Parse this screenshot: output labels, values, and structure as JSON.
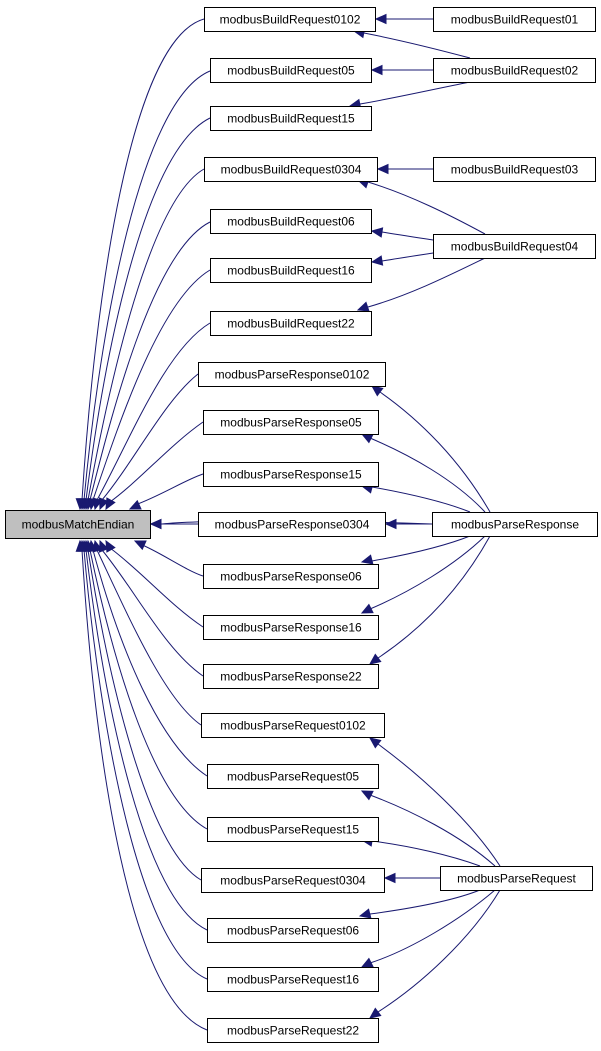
{
  "graph": {
    "colors": {
      "edge": "#191970",
      "node_border": "#000000",
      "root_fill": "#bfbfbf",
      "node_fill": "#ffffff"
    },
    "nodes": [
      {
        "id": "root",
        "label": "modbusMatchEndian",
        "root": true
      },
      {
        "id": "br0102",
        "label": "modbusBuildRequest0102"
      },
      {
        "id": "br05",
        "label": "modbusBuildRequest05"
      },
      {
        "id": "br15",
        "label": "modbusBuildRequest15"
      },
      {
        "id": "br0304",
        "label": "modbusBuildRequest0304"
      },
      {
        "id": "br06",
        "label": "modbusBuildRequest06"
      },
      {
        "id": "br16",
        "label": "modbusBuildRequest16"
      },
      {
        "id": "br22",
        "label": "modbusBuildRequest22"
      },
      {
        "id": "pres0102",
        "label": "modbusParseResponse0102"
      },
      {
        "id": "pres05",
        "label": "modbusParseResponse05"
      },
      {
        "id": "pres15",
        "label": "modbusParseResponse15"
      },
      {
        "id": "pres0304",
        "label": "modbusParseResponse0304"
      },
      {
        "id": "pres06",
        "label": "modbusParseResponse06"
      },
      {
        "id": "pres16",
        "label": "modbusParseResponse16"
      },
      {
        "id": "pres22",
        "label": "modbusParseResponse22"
      },
      {
        "id": "preq0102",
        "label": "modbusParseRequest0102"
      },
      {
        "id": "preq05",
        "label": "modbusParseRequest05"
      },
      {
        "id": "preq15",
        "label": "modbusParseRequest15"
      },
      {
        "id": "preq0304",
        "label": "modbusParseRequest0304"
      },
      {
        "id": "preq06",
        "label": "modbusParseRequest06"
      },
      {
        "id": "preq16",
        "label": "modbusParseRequest16"
      },
      {
        "id": "preq22",
        "label": "modbusParseRequest22"
      },
      {
        "id": "br01",
        "label": "modbusBuildRequest01"
      },
      {
        "id": "br02",
        "label": "modbusBuildRequest02"
      },
      {
        "id": "br03",
        "label": "modbusBuildRequest03"
      },
      {
        "id": "br04",
        "label": "modbusBuildRequest04"
      },
      {
        "id": "pres",
        "label": "modbusParseResponse"
      },
      {
        "id": "preq",
        "label": "modbusParseRequest"
      }
    ],
    "edges": [
      {
        "from": "br0102",
        "to": "root"
      },
      {
        "from": "br05",
        "to": "root"
      },
      {
        "from": "br15",
        "to": "root"
      },
      {
        "from": "br0304",
        "to": "root"
      },
      {
        "from": "br06",
        "to": "root"
      },
      {
        "from": "br16",
        "to": "root"
      },
      {
        "from": "br22",
        "to": "root"
      },
      {
        "from": "pres0102",
        "to": "root"
      },
      {
        "from": "pres05",
        "to": "root"
      },
      {
        "from": "pres15",
        "to": "root"
      },
      {
        "from": "pres0304",
        "to": "root"
      },
      {
        "from": "pres06",
        "to": "root"
      },
      {
        "from": "pres16",
        "to": "root"
      },
      {
        "from": "pres22",
        "to": "root"
      },
      {
        "from": "preq0102",
        "to": "root"
      },
      {
        "from": "preq05",
        "to": "root"
      },
      {
        "from": "preq15",
        "to": "root"
      },
      {
        "from": "preq0304",
        "to": "root"
      },
      {
        "from": "preq06",
        "to": "root"
      },
      {
        "from": "preq16",
        "to": "root"
      },
      {
        "from": "preq22",
        "to": "root"
      },
      {
        "from": "pres",
        "to": "root"
      },
      {
        "from": "br01",
        "to": "br0102"
      },
      {
        "from": "br02",
        "to": "br0102"
      },
      {
        "from": "br02",
        "to": "br05"
      },
      {
        "from": "br02",
        "to": "br15"
      },
      {
        "from": "br03",
        "to": "br0304"
      },
      {
        "from": "br04",
        "to": "br0304"
      },
      {
        "from": "br04",
        "to": "br06"
      },
      {
        "from": "br04",
        "to": "br16"
      },
      {
        "from": "br04",
        "to": "br22"
      },
      {
        "from": "pres",
        "to": "pres0102"
      },
      {
        "from": "pres",
        "to": "pres05"
      },
      {
        "from": "pres",
        "to": "pres15"
      },
      {
        "from": "pres",
        "to": "pres0304"
      },
      {
        "from": "pres",
        "to": "pres06"
      },
      {
        "from": "pres",
        "to": "pres16"
      },
      {
        "from": "pres",
        "to": "pres22"
      },
      {
        "from": "preq",
        "to": "preq0102"
      },
      {
        "from": "preq",
        "to": "preq05"
      },
      {
        "from": "preq",
        "to": "preq15"
      },
      {
        "from": "preq",
        "to": "preq0304"
      },
      {
        "from": "preq",
        "to": "preq06"
      },
      {
        "from": "preq",
        "to": "preq16"
      },
      {
        "from": "preq",
        "to": "preq22"
      }
    ]
  }
}
